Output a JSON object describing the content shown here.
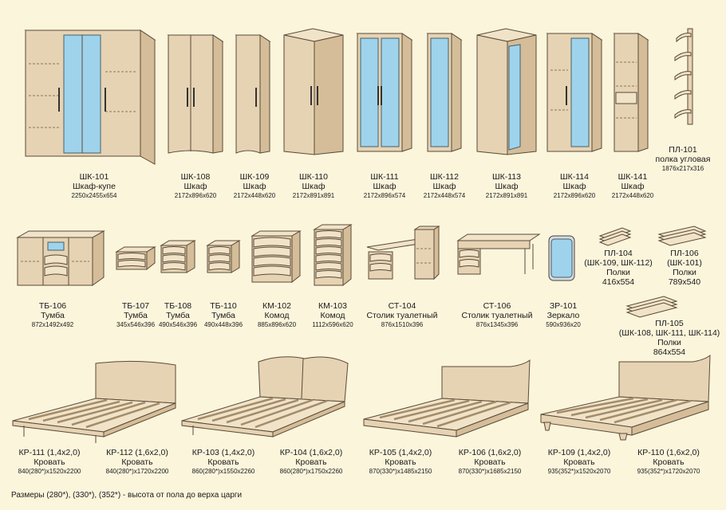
{
  "items": {
    "shk101": {
      "code": "ШК-101",
      "name": "Шкаф-купе",
      "dims": "2250x2455x654"
    },
    "shk108": {
      "code": "ШК-108",
      "name": "Шкаф",
      "dims": "2172x896x620"
    },
    "shk109": {
      "code": "ШК-109",
      "name": "Шкаф",
      "dims": "2172x448x620"
    },
    "shk110": {
      "code": "ШК-110",
      "name": "Шкаф",
      "dims": "2172x891x891"
    },
    "shk111": {
      "code": "ШК-111",
      "name": "Шкаф",
      "dims": "2172x896x574"
    },
    "shk112": {
      "code": "ШК-112",
      "name": "Шкаф",
      "dims": "2172x448x574"
    },
    "shk113": {
      "code": "ШК-113",
      "name": "Шкаф",
      "dims": "2172x891x891"
    },
    "shk114": {
      "code": "ШК-114",
      "name": "Шкаф",
      "dims": "2172x896x620"
    },
    "shk141": {
      "code": "ШК-141",
      "name": "Шкаф",
      "dims": "2172x448x620"
    },
    "pl101": {
      "code": "ПЛ-101",
      "name": "полка угловая",
      "dims": "1876x217x316"
    },
    "tb106": {
      "code": "ТБ-106",
      "name": "Тумба",
      "dims": "872x1492x492"
    },
    "tb107": {
      "code": "ТБ-107",
      "name": "Тумба",
      "dims": "345x546x396"
    },
    "tb108": {
      "code": "ТБ-108",
      "name": "Тумба",
      "dims": "490x546x396"
    },
    "tb110": {
      "code": "ТБ-110",
      "name": "Тумба",
      "dims": "490x448x396"
    },
    "km102": {
      "code": "КМ-102",
      "name": "Комод",
      "dims": "885x896x620"
    },
    "km103": {
      "code": "КМ-103",
      "name": "Комод",
      "dims": "1112x596x620"
    },
    "st104": {
      "code": "СТ-104",
      "name": "Столик туалетный",
      "dims": "876x1510x396"
    },
    "st106": {
      "code": "СТ-106",
      "name": "Столик туалетный",
      "dims": "876x1345x396"
    },
    "zr101": {
      "code": "ЗР-101",
      "name": "Зеркало",
      "dims": "590x936x20"
    },
    "pl104": {
      "code": "ПЛ-104",
      "note": "(ШК-109, ШК-112)",
      "name": "Полки",
      "dims": "416x554"
    },
    "pl106": {
      "code": "ПЛ-106",
      "note": "(ШК-101)",
      "name": "Полки",
      "dims": "789x540"
    },
    "pl105": {
      "code": "ПЛ-105",
      "note": "(ШК-108, ШК-111, ШК-114)",
      "name": "Полки",
      "dims": "864x554"
    },
    "kr111": {
      "code": "КР-111 (1,4х2,0)",
      "name": "Кровать",
      "dims": "840(280*)х1520х2200"
    },
    "kr112": {
      "code": "КР-112 (1,6х2,0)",
      "name": "Кровать",
      "dims": "840(280*)х1720х2200"
    },
    "kr103": {
      "code": "КР-103 (1,4х2,0)",
      "name": "Кровать",
      "dims": "860(280*)х1550х2260"
    },
    "kr104": {
      "code": "КР-104 (1,6х2,0)",
      "name": "Кровать",
      "dims": "860(280*)х1750х2260"
    },
    "kr105": {
      "code": "КР-105 (1,4х2,0)",
      "name": "Кровать",
      "dims": "870(330*)х1485х2150"
    },
    "kr106": {
      "code": "КР-106 (1,6х2,0)",
      "name": "Кровать",
      "dims": "870(330*)х1685х2150"
    },
    "kr109": {
      "code": "КР-109 (1,4х2,0)",
      "name": "Кровать",
      "dims": "935(352*)х1520х2070"
    },
    "kr110": {
      "code": "КР-110 (1,6х2,0)",
      "name": "Кровать",
      "dims": "935(352*)х1720х2070"
    }
  },
  "footnote": "Размеры (280*), (330*), (352*) - высота от пола до верха царги",
  "colors": {
    "background": "#fbf5dc",
    "wood": "#e6d3b3",
    "glass": "#9fd3ec"
  }
}
